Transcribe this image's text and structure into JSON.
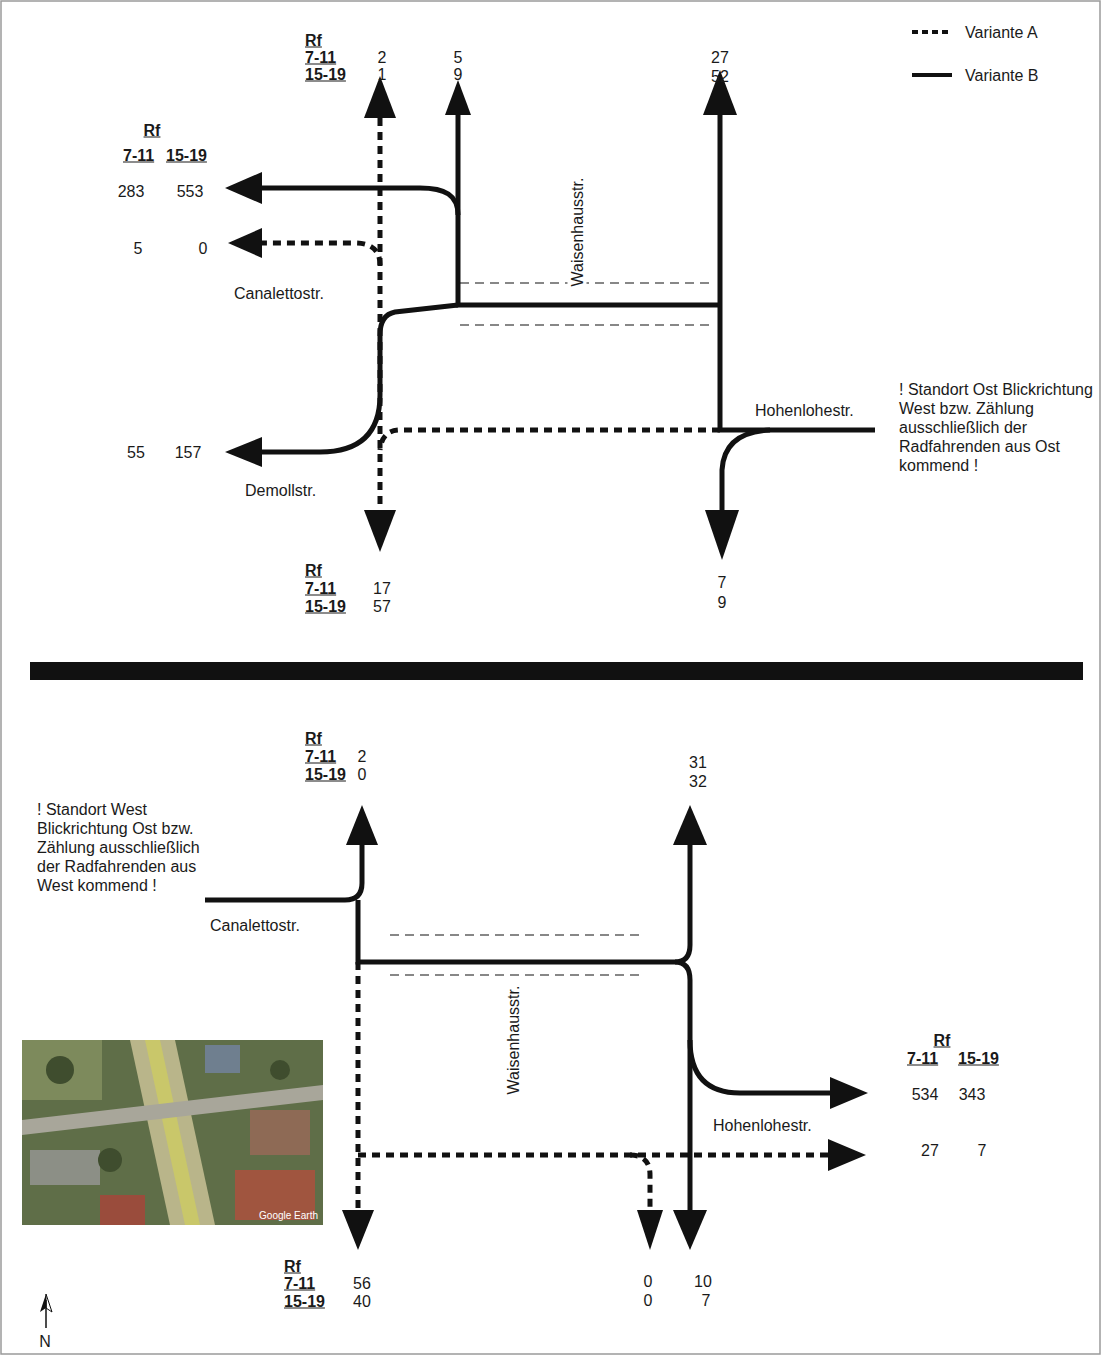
{
  "diagram": {
    "labels": [
      "Rf",
      "7-11",
      "15-19",
      "2",
      "1",
      "5",
      "9",
      "27",
      "52",
      "Rf",
      "7-11",
      "15-19",
      "283",
      "553",
      "5",
      "0",
      "Canalettostr.",
      "Waisenhausstr.",
      "Hohenlohestr.",
      "! Standort Ost Blickrichtung West bzw. Zählung ausschließlich der Radfahrenden aus Ost kommend !",
      "55",
      "157",
      "Demollstr.",
      "Rf",
      "7-11",
      "15-19",
      "17",
      "57",
      "7",
      "9",
      "Rf",
      "7-11",
      "15-19",
      "2",
      "0",
      "31",
      "32",
      "! Standort West Blickrichtung Ost bzw. Zählung ausschließlich der Radfahrenden aus West kommend !",
      "Canalettostr.",
      "Waisenhausstr.",
      "Rf",
      "7-11",
      "15-19",
      "534",
      "343",
      "Hohenlohestr.",
      "27",
      "7",
      "Google Earth",
      "Rf",
      "7-11",
      "15-19",
      "56",
      "40",
      "0",
      "0",
      "10",
      "7",
      "N"
    ],
    "legend": [
      {
        "text": "Variante A"
      },
      {
        "text": "Variante B"
      }
    ]
  }
}
